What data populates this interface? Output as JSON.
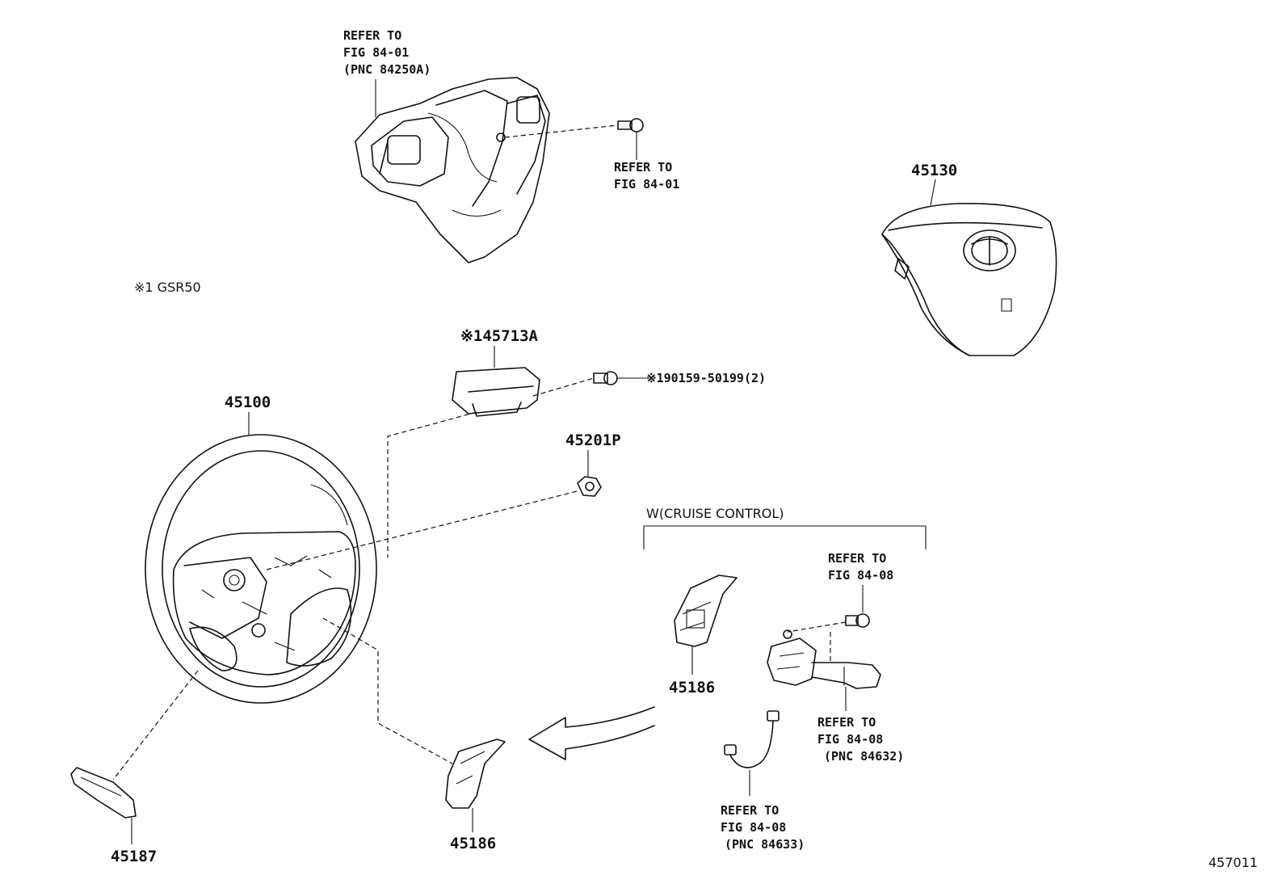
{
  "note": "※1 GSR50",
  "figure_id": "457011",
  "group_label": "W(CRUISE CONTROL)",
  "callouts": {
    "top_ref": [
      "REFER TO",
      "FIG 84-01",
      "(PNC 84250A)"
    ],
    "top_screw_ref": [
      "REFER TO",
      "FIG 84-01"
    ],
    "cruise_screw_ref": [
      "REFER TO",
      "FIG 84-08"
    ],
    "cruise_switch_ref": [
      "REFER TO",
      "FIG 84-08",
      "(PNC 84632)"
    ],
    "wire_ref": [
      "REFER TO",
      "FIG 84-08",
      "(PNC 84633)"
    ]
  },
  "parts": {
    "airbag": "45130",
    "wheel": "45100",
    "cover_upper": "※145713A",
    "screw_upper": "※190159-50199(2)",
    "nut": "45201P",
    "lower_cover": "45187",
    "switch_cover_left": "45186",
    "switch_cover_right": "45186"
  }
}
